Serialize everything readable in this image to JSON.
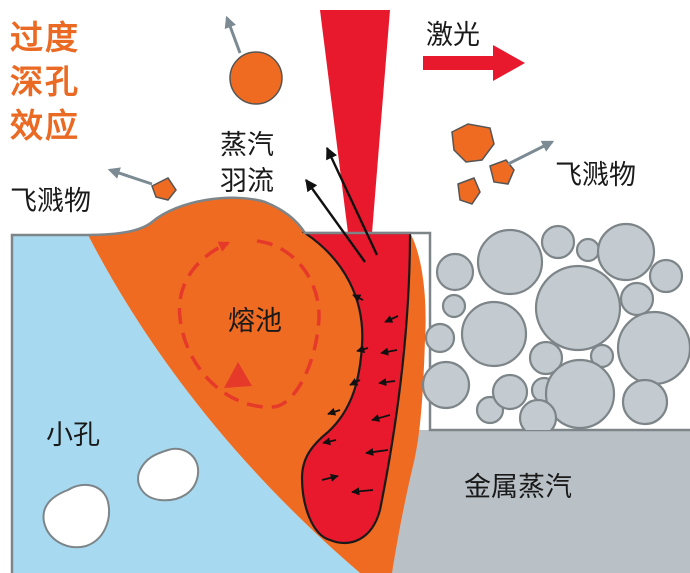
{
  "title_lines": [
    "过度",
    "深孔",
    "效应"
  ],
  "labels": {
    "laser": "激光",
    "vapor_plume_lines": [
      "蒸汽",
      "羽流"
    ],
    "spatter_left": "飞溅物",
    "spatter_right": "飞溅物",
    "melt_pool": "熔池",
    "pore": "小孔",
    "metal_vapor": "金属蒸汽"
  },
  "colors": {
    "title_orange": "#ea6a24",
    "melt_orange": "#ef6b22",
    "keyhole_red": "#e8192c",
    "substrate_blue": "#a7daf0",
    "vapor_gray": "#b9c1c6",
    "bubble_gray": "#c3cbd0",
    "arrow_gray": "#7b8a93"
  }
}
